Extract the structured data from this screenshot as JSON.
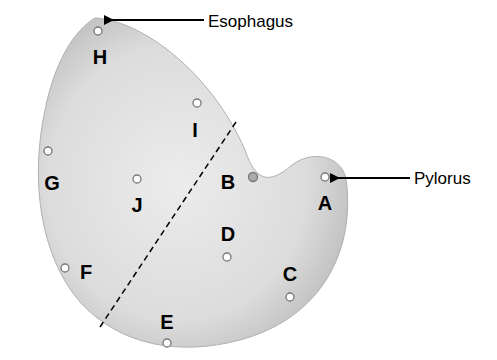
{
  "diagram": {
    "labels": [
      "Esophagus",
      "Pylorus",
      "H",
      "I",
      "G",
      "J",
      "B",
      "A",
      "D",
      "F",
      "C",
      "E"
    ]
  }
}
